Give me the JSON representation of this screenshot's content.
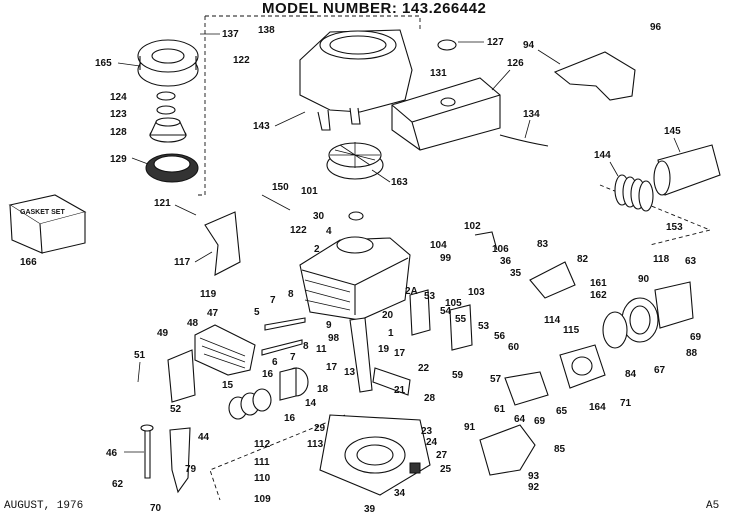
{
  "header": {
    "title": "MODEL NUMBER:  143.266442"
  },
  "footer": {
    "date": "AUGUST, 1976",
    "page": "A5"
  },
  "gasket_set": {
    "label": "GASKET SET"
  },
  "callouts": {
    "c137": "137",
    "c138": "138",
    "c122a": "122",
    "c165": "165",
    "c124": "124",
    "c123": "123",
    "c128": "128",
    "c129": "129",
    "c143": "143",
    "c127": "127",
    "c131": "131",
    "c126": "126",
    "c94": "94",
    "c96": "96",
    "c134": "134",
    "c145": "145",
    "c144": "144",
    "c153": "153",
    "c163": "163",
    "c101": "101",
    "c150": "150",
    "c30": "30",
    "c4": "4",
    "c122b": "122",
    "c2": "2",
    "c121": "121",
    "c117": "117",
    "c166": "166",
    "c119": "119",
    "c104": "104",
    "c99": "99",
    "c102": "102",
    "c106": "106",
    "c36": "36",
    "c35": "35",
    "c103": "103",
    "c83": "83",
    "c82": "82",
    "c118": "118",
    "c63": "63",
    "c90": "90",
    "c161": "161",
    "c162": "162",
    "c7a": "7",
    "c8a": "8",
    "c5": "5",
    "c9": "9",
    "c47": "47",
    "c48": "48",
    "c49": "49",
    "c51": "51",
    "c6": "6",
    "c7b": "7",
    "c8b": "8",
    "c98": "98",
    "c11": "11",
    "c17a": "17",
    "c18": "18",
    "c16a": "16",
    "c15": "15",
    "c14": "14",
    "c13": "13",
    "c20": "20",
    "c1": "1",
    "c2a": "2A",
    "c53a": "53",
    "c105": "105",
    "c54": "54",
    "c55": "55",
    "c53b": "53",
    "c56": "56",
    "c19": "19",
    "c17b": "17",
    "c22": "22",
    "c60": "60",
    "c59": "59",
    "c57": "57",
    "c114": "114",
    "c115": "115",
    "c69": "69",
    "c88": "88",
    "c67": "67",
    "c84": "84",
    "c21": "21",
    "c28": "28",
    "c52": "52",
    "c16b": "16",
    "c29": "29",
    "c23": "23",
    "c24": "24",
    "c91": "91",
    "c61": "61",
    "c64": "64",
    "c65": "65",
    "c69b": "69",
    "c164": "164",
    "c71": "71",
    "c44": "44",
    "c46": "46",
    "c79": "79",
    "c62": "62",
    "c70": "70",
    "c112": "112",
    "c113": "113",
    "c111": "111",
    "c110": "110",
    "c109": "109",
    "c27": "27",
    "c25": "25",
    "c34": "34",
    "c39": "39",
    "c85": "85",
    "c93": "93",
    "c92": "92"
  }
}
